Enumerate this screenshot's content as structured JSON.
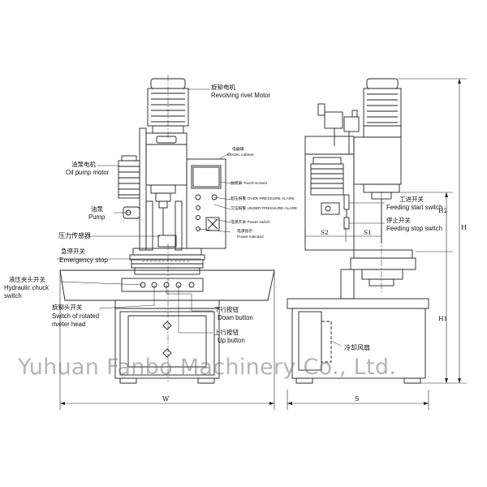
{
  "watermark": "Yuhuan Fanbo Machinery Co., Ltd.",
  "callouts": {
    "revolving_motor": {
      "cn": "旋铆电机",
      "en": "Revolving rivet  Motor"
    },
    "oil_pump_motor": {
      "cn": "油泵电机",
      "en": "Oil pump motor"
    },
    "pump": {
      "cn": "油泵",
      "en": "Pump"
    },
    "pressure_sensor": {
      "cn": "压力传感器"
    },
    "emergency_stop": {
      "cn": "急停开关",
      "en": "Emergency stop"
    },
    "hydraulic_chuck": {
      "cn": "液压夹头开关",
      "en1": "Hydraulic chuck",
      "en2": "switch"
    },
    "rotated_head": {
      "cn": "旋铆头开关",
      "en1": "Switch of rotated",
      "en2": "riveter head"
    },
    "down_button": {
      "cn": "下行按钮",
      "en": "Down button"
    },
    "up_button": {
      "cn": "上行按钮",
      "en": "Up button"
    },
    "electric_cabinet": {
      "cn": "电器箱",
      "en": "Electric cabinet"
    },
    "touch_screen": {
      "cn": "触摸屏",
      "en": "Touch-Screen"
    },
    "over_pressure": {
      "cn": "超压报警",
      "en": "OVER PRESSURE ALARE"
    },
    "under_pressure": {
      "cn": "欠压报警",
      "en": "UNDER PRESSURE ALARE"
    },
    "power_switch": {
      "cn": "电源开关",
      "en": "Power switch"
    },
    "power_indicator": {
      "cn": "电源指示",
      "en": "Power indicator"
    },
    "feeding_start": {
      "cn": "工进开关",
      "en": "Feeding start switch"
    },
    "feeding_stop": {
      "cn": "停止开关",
      "en": "Feeding stop switch"
    },
    "cooling_fan": {
      "cn": "冷却风扇"
    }
  },
  "dimensions": {
    "W": "W",
    "S": "S",
    "S1": "S1",
    "S2": "S2",
    "H": "H",
    "H1": "H1",
    "H2": "H2"
  }
}
